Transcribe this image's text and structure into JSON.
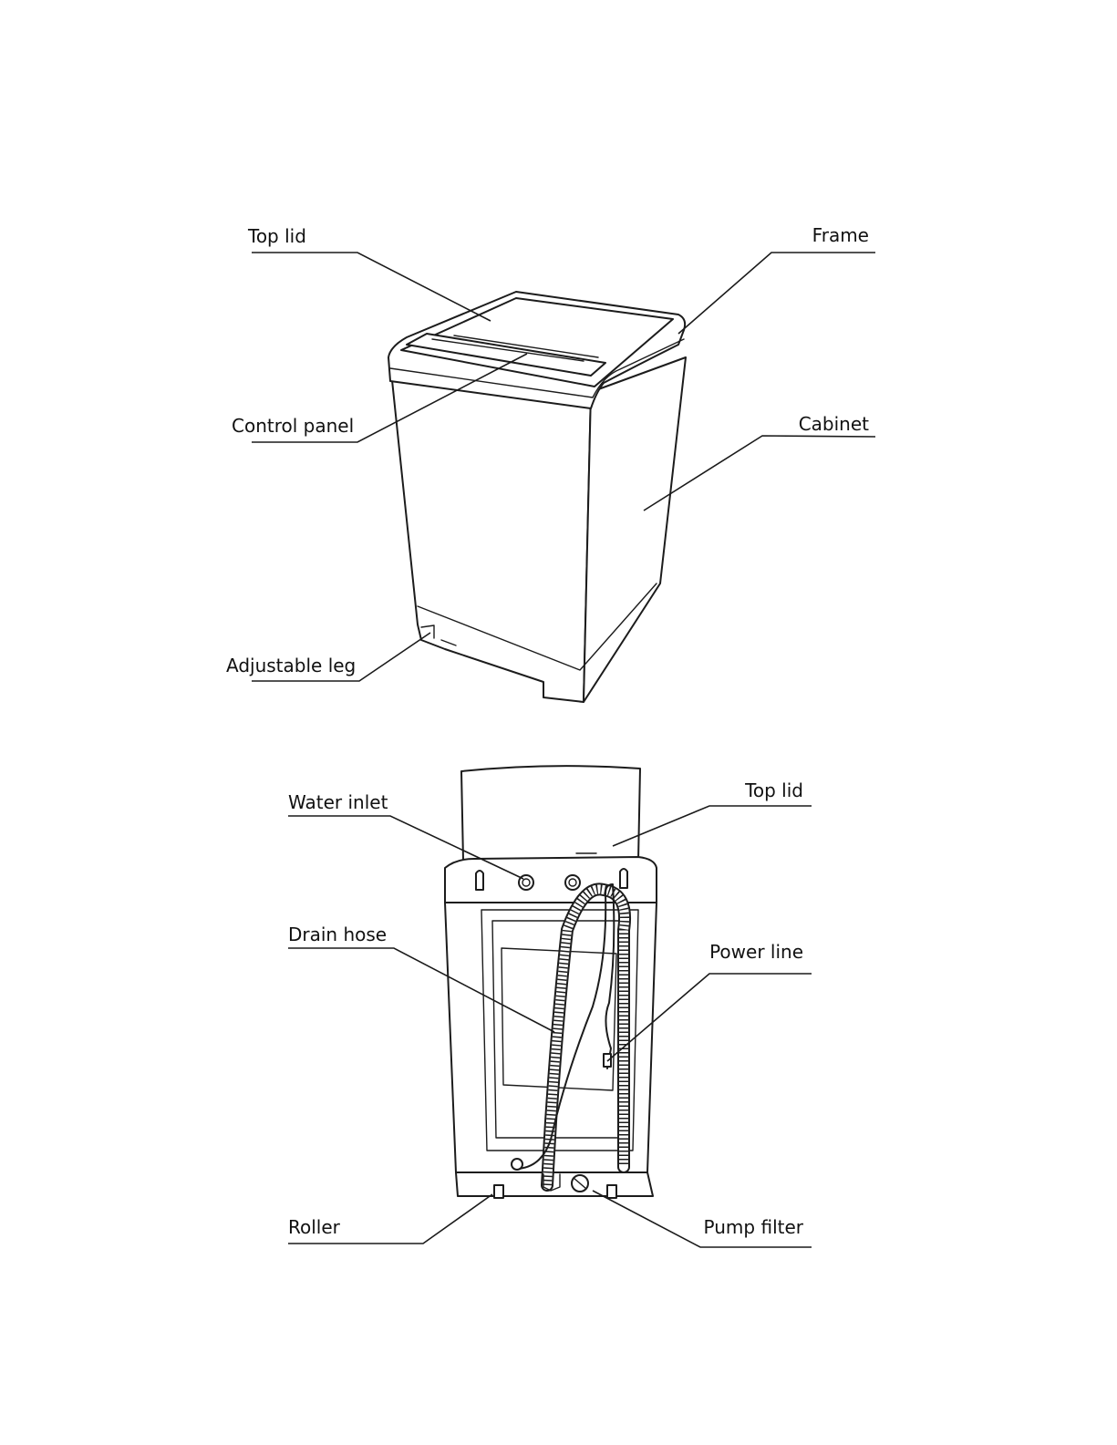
{
  "labels": {
    "front": {
      "top_lid": "Top lid",
      "frame": "Frame",
      "control_panel": "Control panel",
      "cabinet": "Cabinet",
      "adjustable_leg": "Adjustable leg"
    },
    "back": {
      "water_inlet": "Water inlet",
      "top_lid": "Top lid",
      "drain_hose": "Drain hose",
      "power_line": "Power line",
      "roller": "Roller",
      "pump_filter": "Pump filter"
    }
  },
  "colors": {
    "line": "#1c1c1c",
    "text": "#111111",
    "background": "#ffffff"
  }
}
